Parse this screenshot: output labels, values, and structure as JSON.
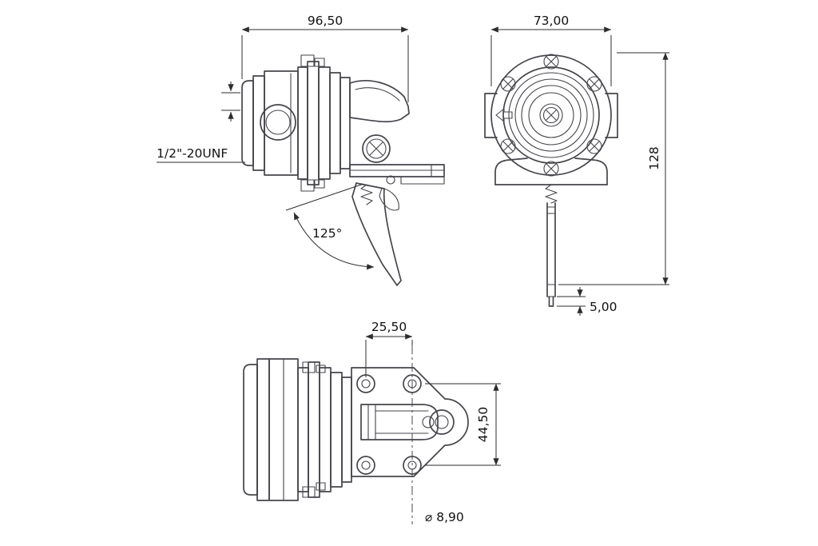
{
  "drawing": {
    "background": "#ffffff",
    "line_color": "#45454b",
    "dim_color": "#2d2d2d",
    "text_color": "#111111"
  },
  "labels": {
    "side_view_width": "96,50",
    "thread_spec": "1/2\"-20UNF",
    "lever_angle": "125°",
    "front_view_width": "73,00",
    "overall_height": "128",
    "rod_tip_length": "5,00",
    "hole_offset": "25,50",
    "hole_spacing": "44,50",
    "hole_diameter": "⌀ 8,90"
  }
}
